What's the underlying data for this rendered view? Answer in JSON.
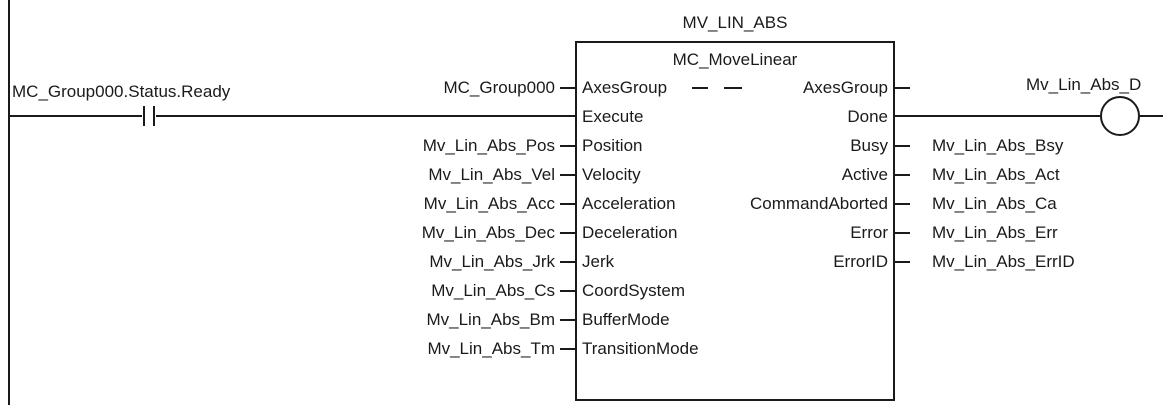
{
  "instance_name": "MV_LIN_ABS",
  "fb_type": "MC_MoveLinear",
  "contact_label": "MC_Group000.Status.Ready",
  "coil_label": "Mv_Lin_Abs_D",
  "input_pins": [
    "AxesGroup",
    "Execute",
    "Position",
    "Velocity",
    "Acceleration",
    "Deceleration",
    "Jerk",
    "CoordSystem",
    "BufferMode",
    "TransitionMode"
  ],
  "input_vars": [
    "MC_Group000",
    "",
    "Mv_Lin_Abs_Pos",
    "Mv_Lin_Abs_Vel",
    "Mv_Lin_Abs_Acc",
    "Mv_Lin_Abs_Dec",
    "Mv_Lin_Abs_Jrk",
    "Mv_Lin_Abs_Cs",
    "Mv_Lin_Abs_Bm",
    "Mv_Lin_Abs_Tm"
  ],
  "output_pins": [
    "AxesGroup",
    "Done",
    "Busy",
    "Active",
    "CommandAborted",
    "Error",
    "ErrorID"
  ],
  "output_vars": [
    "",
    "",
    "Mv_Lin_Abs_Bsy",
    "Mv_Lin_Abs_Act",
    "Mv_Lin_Abs_Ca",
    "Mv_Lin_Abs_Err",
    "Mv_Lin_Abs_ErrID"
  ]
}
